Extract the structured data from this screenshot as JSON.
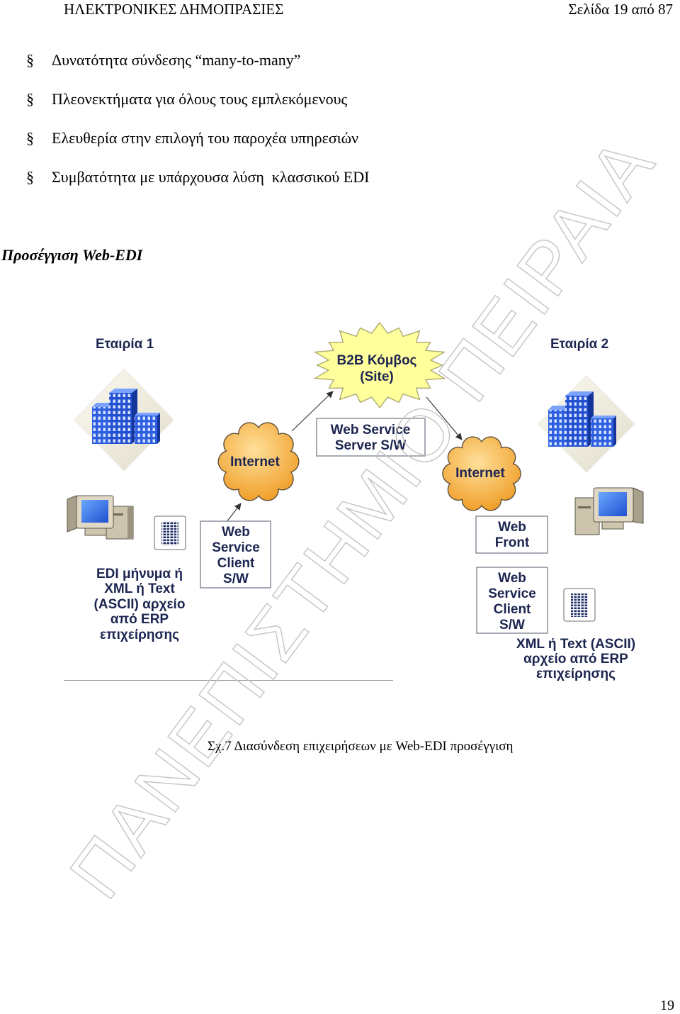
{
  "header": {
    "title": "ΗΛΕΚΤΡΟΝΙΚΕΣ ΔΗΜΟΠΡΑΣΙΕΣ",
    "page_label": "Σελίδα 19 από 87"
  },
  "bullets": [
    {
      "marker": "§",
      "text": "Δυνατότητα σύνδεσης “many-to-many”"
    },
    {
      "marker": "§",
      "text": "Πλεονεκτήματα για όλους τους εμπλεκόμενους"
    },
    {
      "marker": "§",
      "text": "Ελευθερία στην επιλογή του παροχέα υπηρεσιών"
    },
    {
      "marker": "§",
      "text": "Συμβατότητα με υπάρχουσα λύση  κλασσικού EDI"
    }
  ],
  "section_heading": "Προσέγγιση Web-EDI",
  "figure": {
    "company_left": "Εταιρία 1",
    "company_right": "Εταιρία 2",
    "hub_label": [
      "B2B Κόμβος",
      "(Site)"
    ],
    "server_box": [
      "Web Service",
      "Server S/W"
    ],
    "cloud_left": "Internet",
    "cloud_right": "Internet",
    "client_box_left": [
      "Web",
      "Service",
      "Client",
      "S/W"
    ],
    "front_box": [
      "Web",
      "Front"
    ],
    "client_box_right": [
      "Web",
      "Service",
      "Client",
      "S/W"
    ],
    "note_left": [
      "EDI μήνυμα ή",
      "XML ή Text",
      "(ASCII) αρχείο",
      "από ERP",
      "επιχείρησης"
    ],
    "note_right": [
      "XML ή Text (ASCII)",
      "αρχείο από ERP",
      "επιχείρησης"
    ],
    "icons": {
      "company": "building-icon",
      "workstation": "computer-icon",
      "file": "document-icon",
      "network": "cloud-icon",
      "hub": "starburst-icon"
    },
    "colors": {
      "label_text": "#1c2550",
      "hub_fill": "#ffff9c",
      "cloud_fill": "#f2a83a",
      "building_blue": "#2350d0",
      "screen_blue": "#2f6df0",
      "box_border": "#8a8f9c"
    }
  },
  "caption": "Σχ.7 Διασύνδεση επιχειρήσεων με Web-EDI προσέγγιση",
  "page_number": "19",
  "watermark": {
    "text": "ΠΑΝΕΠΙΣΤΗΜΙΟ ΠΕΙΡΑΙΑ",
    "color": "#c4c4c4"
  }
}
